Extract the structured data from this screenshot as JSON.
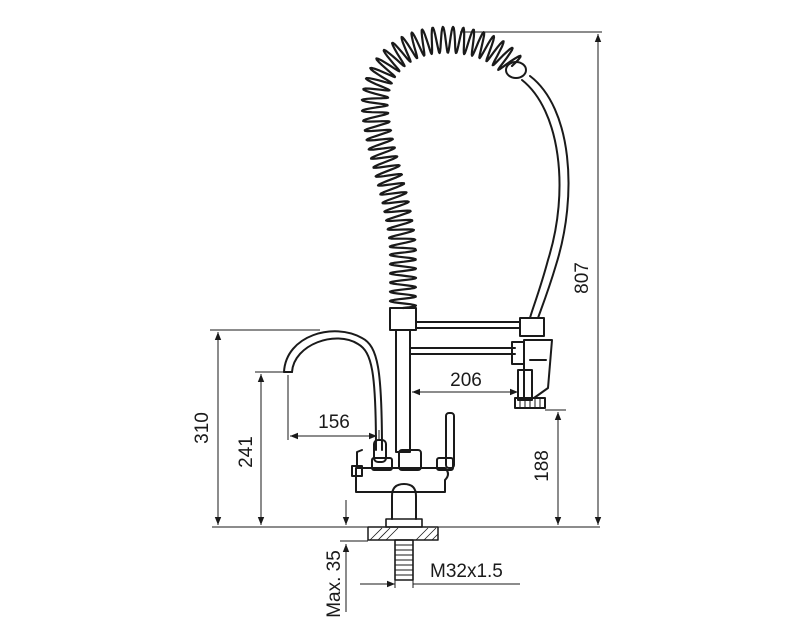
{
  "dimensions": {
    "total_height": "807",
    "spout_height": "310",
    "spout_outlet_height": "241",
    "spout_reach": "156",
    "spray_reach": "206",
    "spray_height": "188",
    "thread": "M32x1.5",
    "max_thickness": "Max. 35"
  },
  "colors": {
    "line": "#1a1a1a",
    "background": "#ffffff"
  }
}
